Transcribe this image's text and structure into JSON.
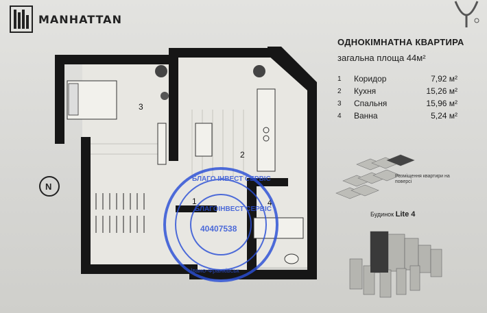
{
  "brand": {
    "name": "MANHATTAN"
  },
  "heading": {
    "title": "ОДНОКІМНАТНА КВАРТИРА",
    "subtitle": "загальна площа 44м²"
  },
  "rooms": [
    {
      "num": "1",
      "name": "Коридор",
      "area": "7,92 м²"
    },
    {
      "num": "2",
      "name": "Кухня",
      "area": "15,26 м²"
    },
    {
      "num": "3",
      "name": "Спальня",
      "area": "15,96 м²"
    },
    {
      "num": "4",
      "name": "Ванна",
      "area": "5,24 м²"
    }
  ],
  "plan_labels": {
    "r1": "1",
    "r2": "2",
    "r3": "3",
    "r4": "4"
  },
  "compass": {
    "label": "N"
  },
  "floor_caption": "Розміщення квартири на поверсі",
  "building": {
    "prefix": "Будинок",
    "name": "Lite 4"
  },
  "stamp": {
    "outer": "БЛАГО ІНВЕСТ СЕРВІС",
    "inner": "БЛАГОІНВЕСТ СЕРВІС",
    "code": "40407538",
    "city": "Івано-Франківськ"
  },
  "colors": {
    "wall": "#161616",
    "floor": "#e8e7e2",
    "stamp": "#2a4fd6"
  }
}
